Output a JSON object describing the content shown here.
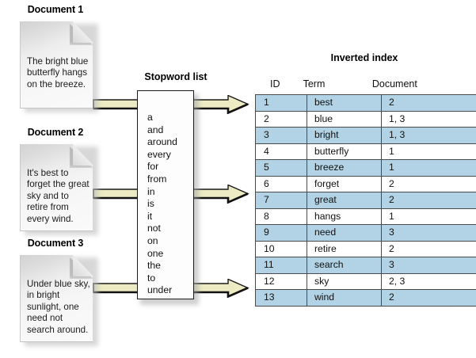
{
  "documents": [
    {
      "title": "Document 1",
      "text": "The bright blue butterfly hangs on the breeze."
    },
    {
      "title": "Document 2",
      "text": "It's best to forget the great sky and to retire from every wind."
    },
    {
      "title": "Document 3",
      "text": "Under blue sky, in bright sunlight, one need not search around."
    }
  ],
  "stopword": {
    "title": "Stopword list",
    "words": [
      "a",
      "and",
      "around",
      "every",
      "for",
      "from",
      "in",
      "is",
      "it",
      "not",
      "on",
      "one",
      "the",
      "to",
      "under"
    ]
  },
  "index": {
    "title": "Inverted index",
    "columns": [
      "ID",
      "Term",
      "Document"
    ],
    "rows": [
      {
        "id": "1",
        "term": "best",
        "document": "2",
        "highlight": true
      },
      {
        "id": "2",
        "term": "blue",
        "document": "1, 3",
        "highlight": false
      },
      {
        "id": "3",
        "term": "bright",
        "document": "1, 3",
        "highlight": true
      },
      {
        "id": "4",
        "term": "butterfly",
        "document": "1",
        "highlight": false
      },
      {
        "id": "5",
        "term": "breeze",
        "document": "1",
        "highlight": true
      },
      {
        "id": "6",
        "term": "forget",
        "document": "2",
        "highlight": false
      },
      {
        "id": "7",
        "term": "great",
        "document": "2",
        "highlight": true
      },
      {
        "id": "8",
        "term": "hangs",
        "document": "1",
        "highlight": false
      },
      {
        "id": "9",
        "term": "need",
        "document": "3",
        "highlight": true
      },
      {
        "id": "10",
        "term": "retire",
        "document": "2",
        "highlight": false
      },
      {
        "id": "11",
        "term": "search",
        "document": "3",
        "highlight": true
      },
      {
        "id": "12",
        "term": "sky",
        "document": "2, 3",
        "highlight": false
      },
      {
        "id": "13",
        "term": "wind",
        "document": "2",
        "highlight": true
      }
    ]
  },
  "arrows": {
    "icon": "right-arrow-icon",
    "count": 3,
    "labels": [
      "arrow-doc1-to-index",
      "arrow-doc2-to-index",
      "arrow-doc3-to-index"
    ]
  },
  "colors": {
    "row_highlight": "#b2d3e5",
    "arrow_fill": "#ecebc3",
    "arrow_stroke": "#1a1a1a",
    "background": "#ffffff"
  }
}
